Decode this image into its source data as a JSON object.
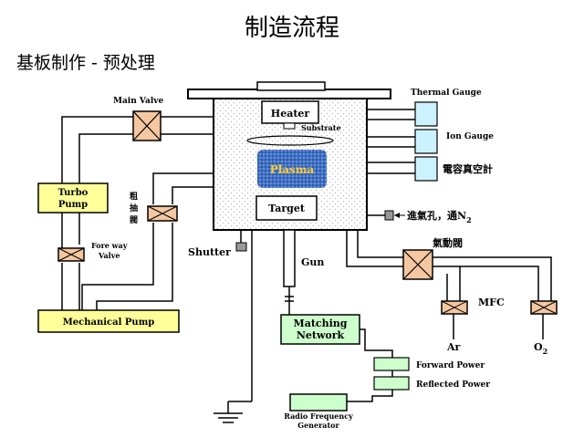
{
  "title": "制造流程",
  "subtitle": "基板制作 - 预处理",
  "labels": {
    "main_valve": "Main Valve",
    "heater": "Heater",
    "substrate": "Substrate",
    "plasma": "Plasma",
    "target": "Target",
    "gun": "Gun",
    "shutter": "Shutter",
    "turbo_pump_line1": "Turbo",
    "turbo_pump_line2": "Pump",
    "rough_valve_1": "粗",
    "rough_valve_2": "抽",
    "rough_valve_3": "閥",
    "fore_valve_line1": "Fore way",
    "fore_valve_line2": "Valve",
    "mechanical_pump": "Mechanical Pump",
    "thermal_gauge": "Thermal Gauge",
    "ion_gauge": "Ion Gauge",
    "capacitance_gauge": "電容真空計",
    "gas_inlet_prefix": "進氣孔，通N",
    "gas_inlet_sub": "2",
    "gas_valve": "氣動閥",
    "mfc": "MFC",
    "ar": "Ar",
    "o2_main": "O",
    "o2_sub": "2",
    "matching_line1": "Matching",
    "matching_line2": "Network",
    "forward_power": "Forward Power",
    "reflected_power": "Reflected Power",
    "rf_line1": "Radio Frequency",
    "rf_line2": "Generator"
  },
  "colors": {
    "pump_fill": "#ffff99",
    "valve_fill": "#f4c7a0",
    "gauge_fill": "#ccf2ff",
    "rf_fill": "#ccffcc",
    "plasma_fill": "#3d6fc4",
    "plasma_text": "#ffcc33",
    "chamber_fill": "#f7f7f7",
    "line": "#000000"
  }
}
